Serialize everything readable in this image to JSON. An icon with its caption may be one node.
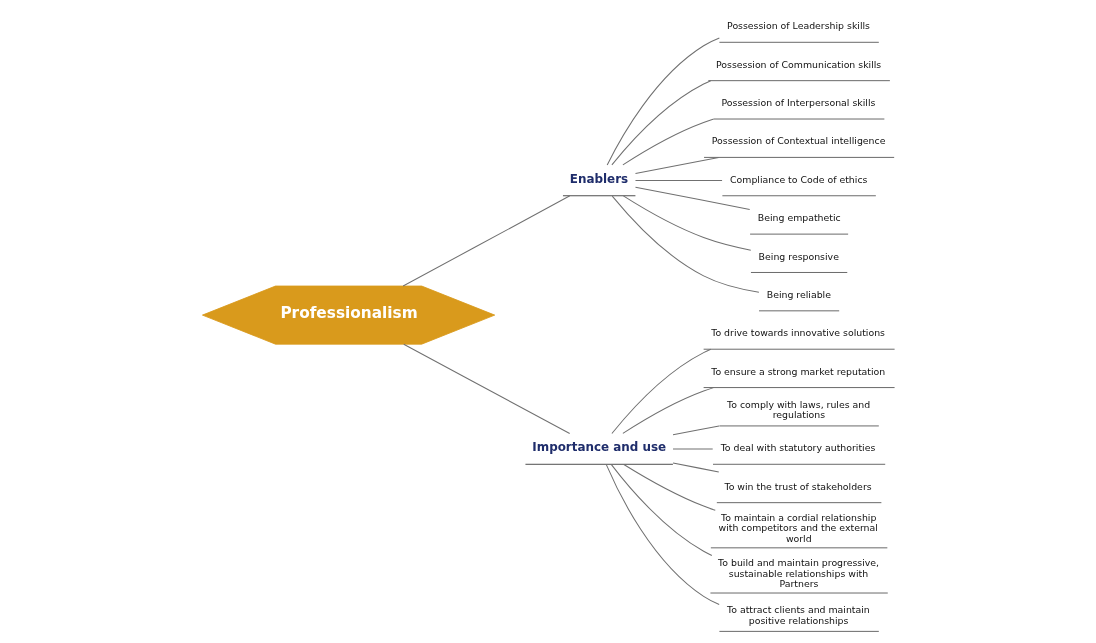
{
  "diagram": {
    "nodes": [
      {
        "text": [
          "Professionalism"
        ]
      },
      {
        "text": [
          "Enablers"
        ]
      },
      {
        "text": [
          "Possession of Leadership skills"
        ]
      },
      {
        "text": [
          "Possession of Communication skills"
        ]
      },
      {
        "text": [
          "Possession of Interpersonal skills"
        ]
      },
      {
        "text": [
          "Possession of Contextual intelligence"
        ]
      },
      {
        "text": [
          "Compliance to Code of ethics"
        ]
      },
      {
        "text": [
          "Being empathetic"
        ]
      },
      {
        "text": [
          "Being responsive"
        ]
      },
      {
        "text": [
          "Being reliable"
        ]
      },
      {
        "text": [
          "Importance and use"
        ]
      },
      {
        "text": [
          "To drive towards innovative solutions"
        ]
      },
      {
        "text": [
          "To ensure a strong market reputation"
        ]
      },
      {
        "text": [
          "To comply with laws, rules and regulations"
        ]
      },
      {
        "text": [
          "To deal with statutory authorities"
        ]
      },
      {
        "text": [
          "To win the trust of stakeholders"
        ]
      },
      {
        "text": [
          "To maintain a cordial relationship with competitors and the external world"
        ]
      },
      {
        "text": [
          "To build and maintain progressive, sustainable relationships with Partners"
        ]
      },
      {
        "text": [
          "To attract clients and maintain positive relationships"
        ]
      }
    ],
    "edges": [
      {
        "from": 0,
        "to": 1,
        "arrow": "none"
      },
      {
        "from": 0,
        "to": 10,
        "arrow": "none"
      },
      {
        "from": 1,
        "to": 2,
        "arrow": "none"
      },
      {
        "from": 1,
        "to": 3,
        "arrow": "none"
      },
      {
        "from": 1,
        "to": 4,
        "arrow": "none"
      },
      {
        "from": 1,
        "to": 5,
        "arrow": "none"
      },
      {
        "from": 1,
        "to": 6,
        "arrow": "none"
      },
      {
        "from": 1,
        "to": 7,
        "arrow": "none"
      },
      {
        "from": 1,
        "to": 8,
        "arrow": "none"
      },
      {
        "from": 1,
        "to": 9,
        "arrow": "none"
      },
      {
        "from": 10,
        "to": 11,
        "arrow": "none"
      },
      {
        "from": 10,
        "to": 12,
        "arrow": "none"
      },
      {
        "from": 10,
        "to": 13,
        "arrow": "none"
      },
      {
        "from": 10,
        "to": 14,
        "arrow": "none"
      },
      {
        "from": 10,
        "to": 15,
        "arrow": "none"
      },
      {
        "from": 10,
        "to": 16,
        "arrow": "none"
      },
      {
        "from": 10,
        "to": 17,
        "arrow": "none"
      },
      {
        "from": 10,
        "to": 18,
        "arrow": "none"
      }
    ]
  }
}
